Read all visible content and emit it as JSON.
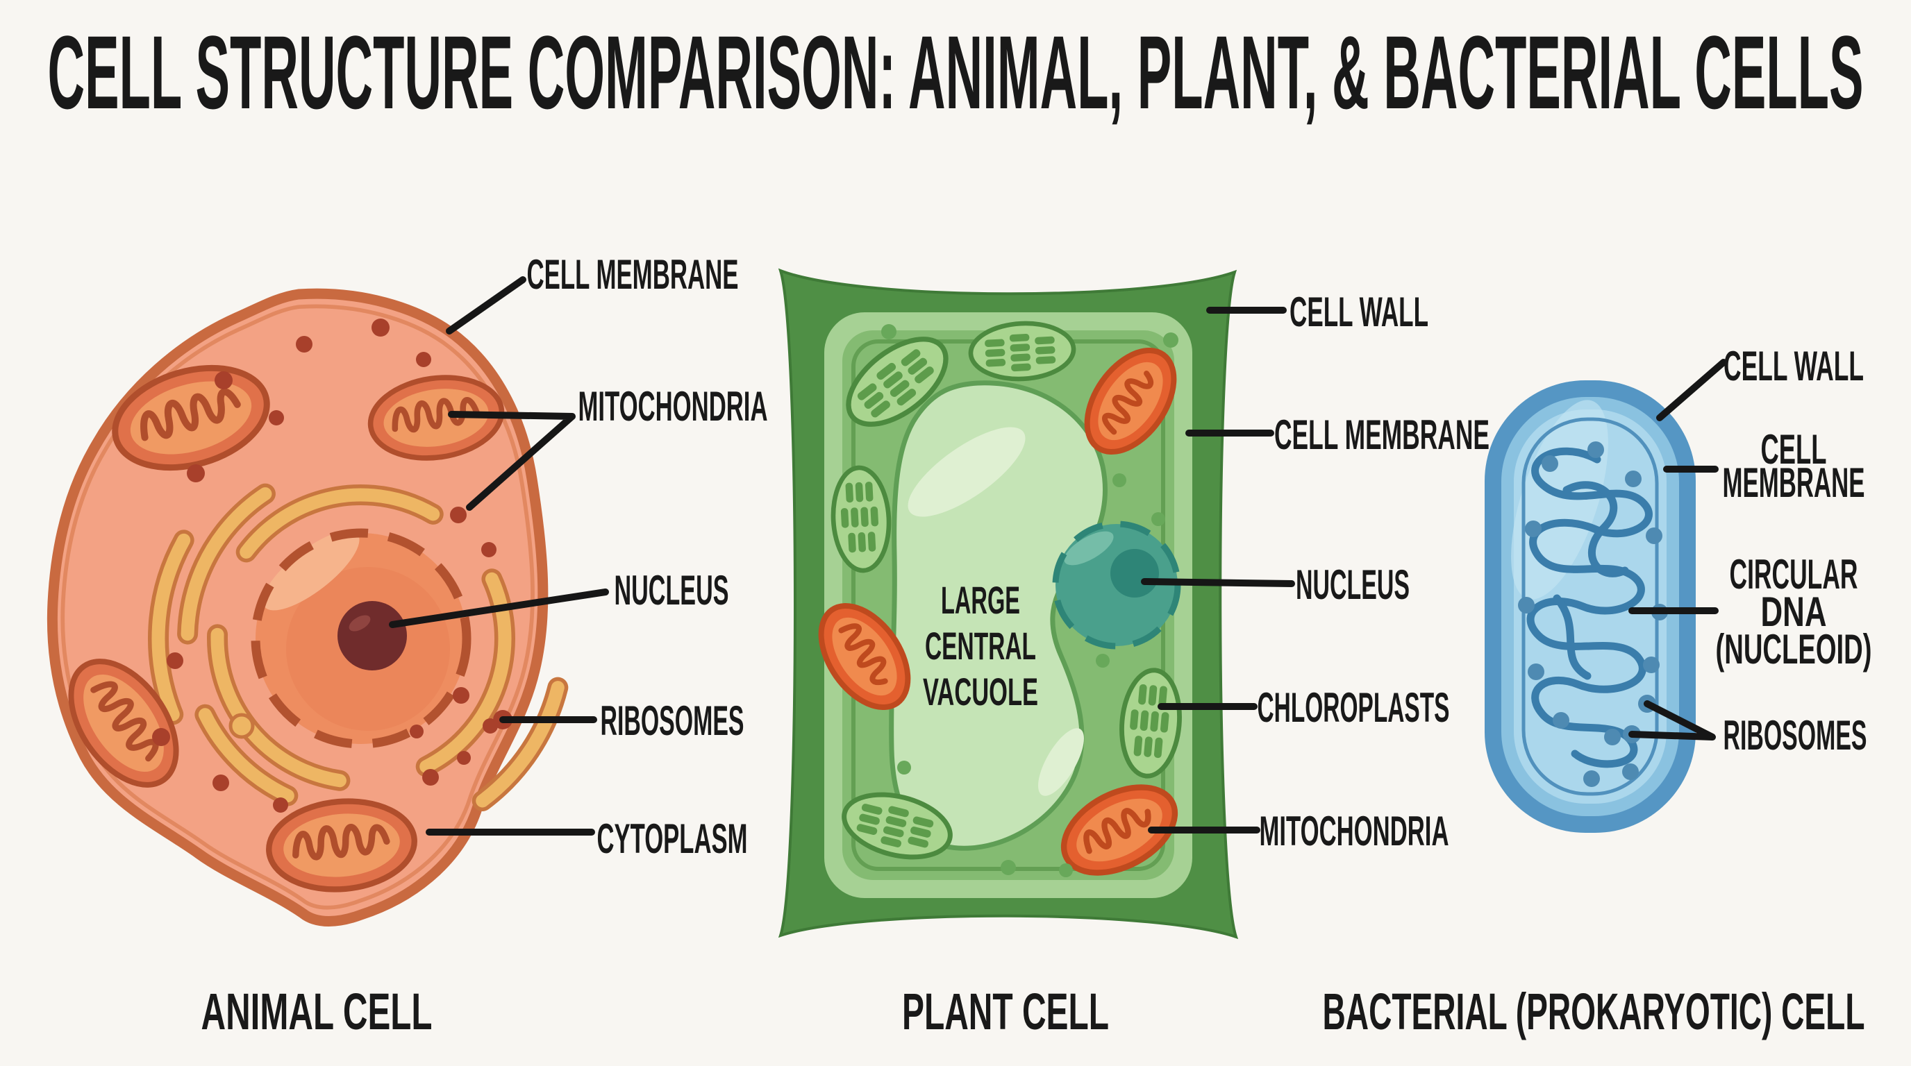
{
  "title": "CELL STRUCTURE COMPARISON: ANIMAL, PLANT, & BACTERIAL CELLS",
  "animal": {
    "caption": "ANIMAL CELL",
    "labels": {
      "membrane": "CELL MEMBRANE",
      "mitochondria": "MITOCHONDRIA",
      "nucleus": "NUCLEUS",
      "ribosomes": "RIBOSOMES",
      "cytoplasm": "CYTOPLASM"
    }
  },
  "plant": {
    "caption": "PLANT CELL",
    "labels": {
      "wall": "CELL WALL",
      "membrane": "CELL MEMBRANE",
      "nucleus": "NUCLEUS",
      "chloroplasts": "CHLOROPLASTS",
      "mitochondria": "MITOCHONDRIA"
    },
    "vacuole": [
      "LARGE",
      "CENTRAL",
      "VACUOLE"
    ]
  },
  "bacterial": {
    "caption": "BACTERIAL (PROKARYOTIC) CELL",
    "labels": {
      "wall": "CELL WALL",
      "membrane_line1": "CELL",
      "membrane_line2": "MEMBRANE",
      "dna_line1": "CIRCULAR",
      "dna_line2": "DNA",
      "dna_line3": "(NUCLEOID)",
      "ribosomes": "RIBOSOMES"
    }
  },
  "colors": {
    "background": "#f8f6f2",
    "text": "#191919",
    "leader_line": "#161616",
    "animal_cytoplasm": "#f3a284",
    "animal_border": "#c96a40",
    "animal_nucleus": "#ee8d60",
    "animal_nucleolus": "#702c2c",
    "animal_er": "#eeb664",
    "animal_mitochondria": "#e0714a",
    "animal_ribosome_dot": "#a8402b",
    "plant_wall": "#4f8f45",
    "plant_membrane": "#a6d194",
    "plant_cytoplasm": "#84bb72",
    "plant_vacuole": "#c5e4b6",
    "plant_nucleus": "#4aa08c",
    "plant_chloroplast": "#a9d58f",
    "plant_mitochondria": "#e4602f",
    "bacteria_wall": "#5596c4",
    "bacteria_membrane_rim": "#8ac2e0",
    "bacteria_cytoplasm": "#abd7ec",
    "bacteria_dna": "#3a7dab"
  }
}
